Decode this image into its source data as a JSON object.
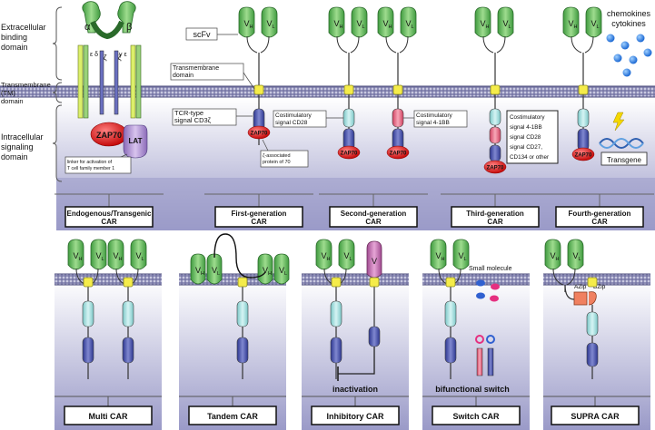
{
  "side_labels": {
    "extracellular": [
      "Extracellular",
      "binding",
      "domain"
    ],
    "transmembrane": [
      "Transmembrane",
      "(TM)",
      "domain"
    ],
    "intracellular": [
      "Intracellular",
      "signaling",
      "domain"
    ]
  },
  "receptor_labels": {
    "alpha": "α",
    "beta": "β",
    "epsilon_delta_left": "ε δ",
    "gamma_epsilon_right": "γ ε",
    "zeta1": "ζ",
    "zeta2": "ζ",
    "zap70_big": "ZAP70",
    "lat": "LAT",
    "lat_note": [
      "linker for activation of",
      "T cell family member 1"
    ]
  },
  "car_annotations": {
    "scfv": "scFv",
    "transmembrane_domain": [
      "Transmembrane",
      "domain"
    ],
    "tcr_signal": [
      "TCR-type",
      "signal CD3ζ"
    ],
    "zeta_assoc": [
      "ζ-associated",
      "protein of 70"
    ],
    "zap70": "ZAP70",
    "costim_cd28": [
      "Costimulatory",
      "signal CD28"
    ],
    "costim_41bb": [
      "Costimulatory",
      "signal 4-1BB"
    ],
    "third_gen_list": [
      "Costimulatory",
      "signal 4-1BB",
      "signal CD28",
      "signal CD27,",
      "CD134 or other"
    ],
    "chemokines": [
      "chemokines",
      "cytokines"
    ],
    "transgene": "Transgene",
    "vh": "VH",
    "vl": "VL",
    "v": "V"
  },
  "top_generations": [
    "Endogenous/Transgenic CAR",
    "First-generation CAR",
    "Second-generation CAR",
    "Third-generation CAR",
    "Fourth-generation CAR"
  ],
  "bottom_types": [
    "Multi CAR",
    "Tandem CAR",
    "Inhibitory CAR",
    "Switch CAR",
    "SUPRA CAR"
  ],
  "bottom_annotations": {
    "inactivation": "inactivation",
    "small_molecule": "Small molecule",
    "bifunctional": "bifunctional switch",
    "azip": "AZip",
    "bzip": "BZip"
  },
  "colors": {
    "green": "#5cb85c",
    "membrane": "#6a6a9c",
    "cyan": "#a8e4e4",
    "pink": "#f2708c",
    "blue": "#4a55a8",
    "red": "#e02020",
    "yellow": "#f5ec4a"
  }
}
